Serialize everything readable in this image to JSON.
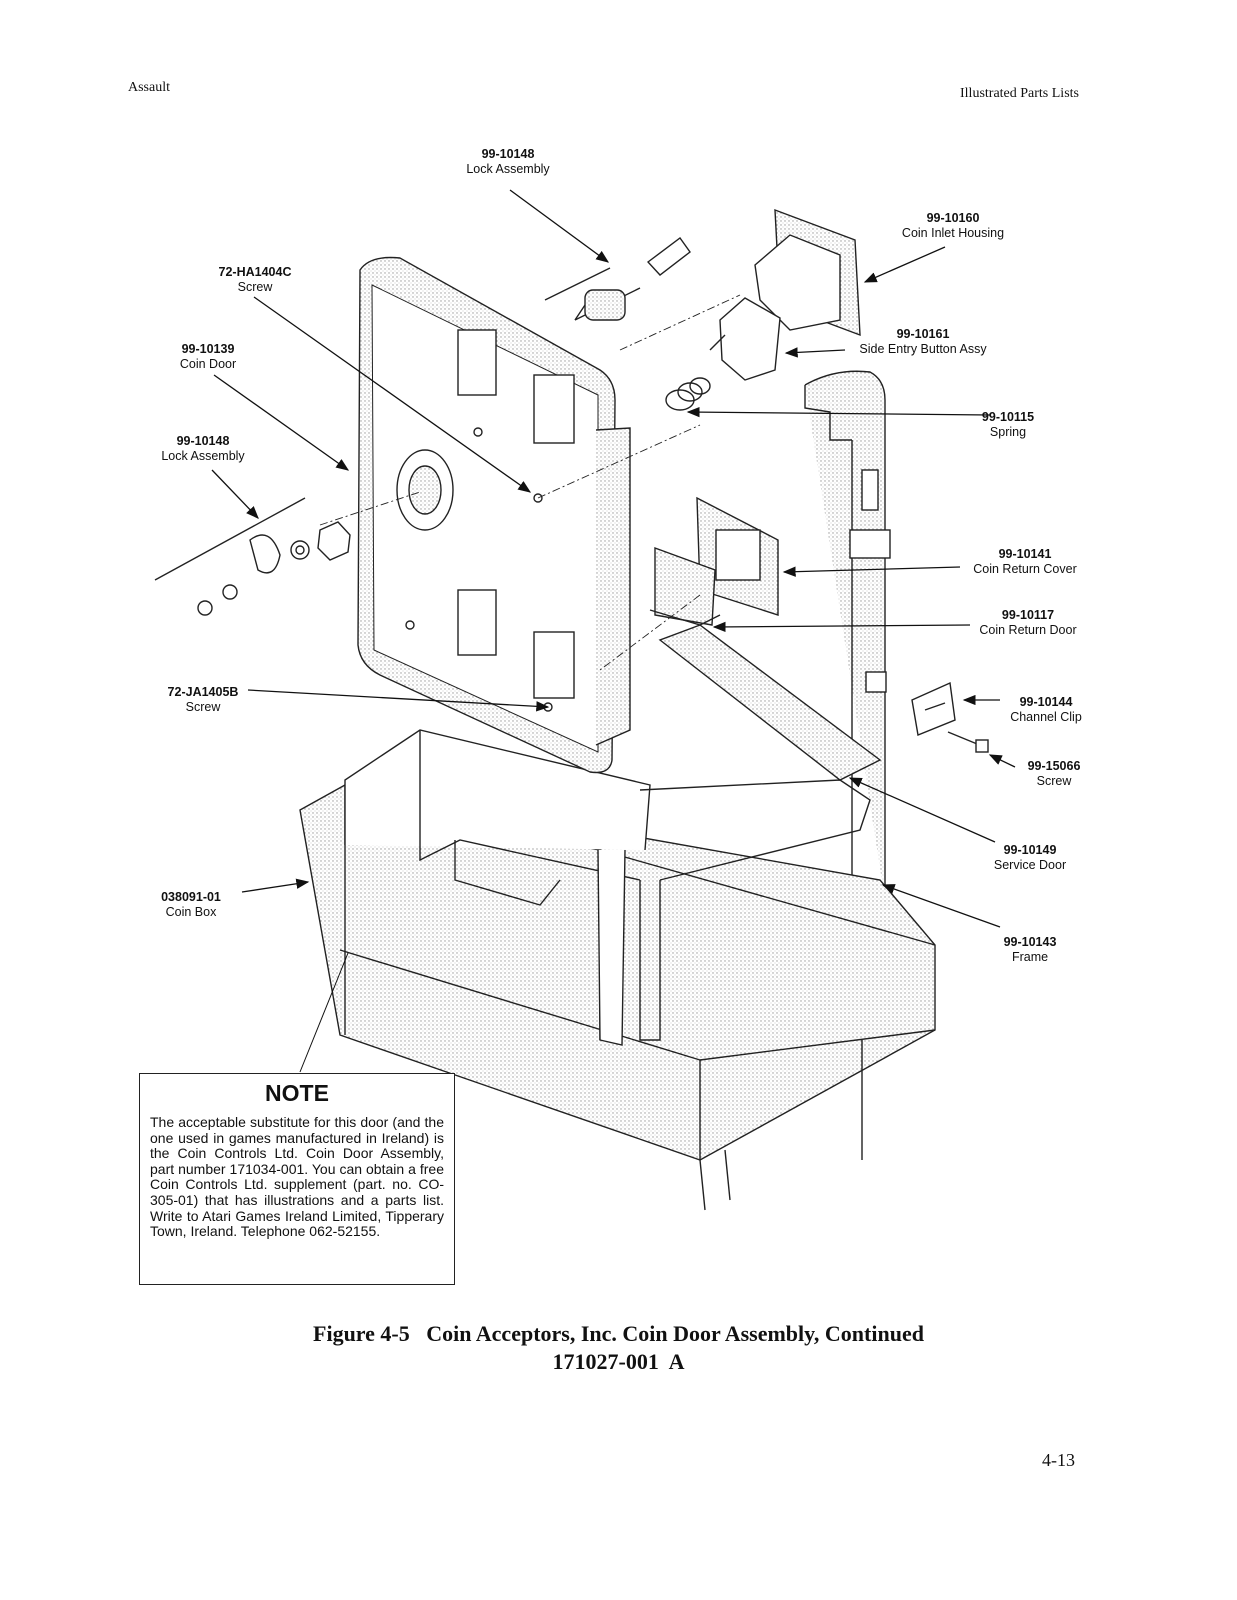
{
  "header": {
    "left": "Assault",
    "right": "Illustrated Parts Lists"
  },
  "callouts": [
    {
      "part": "99-10148",
      "desc": "Lock Assembly"
    },
    {
      "part": "99-10160",
      "desc": "Coin Inlet Housing"
    },
    {
      "part": "72-HA1404C",
      "desc": "Screw"
    },
    {
      "part": "99-10161",
      "desc": "Side Entry Button Assy"
    },
    {
      "part": "99-10139",
      "desc": "Coin Door"
    },
    {
      "part": "99-10115",
      "desc": "Spring"
    },
    {
      "part": "99-10148",
      "desc": "Lock Assembly"
    },
    {
      "part": "99-10141",
      "desc": "Coin Return Cover"
    },
    {
      "part": "99-10117",
      "desc": "Coin Return Door"
    },
    {
      "part": "72-JA1405B",
      "desc": "Screw"
    },
    {
      "part": "99-10144",
      "desc": "Channel Clip"
    },
    {
      "part": "99-15066",
      "desc": "Screw"
    },
    {
      "part": "99-10149",
      "desc": "Service Door"
    },
    {
      "part": "038091-01",
      "desc": "Coin Box"
    },
    {
      "part": "99-10143",
      "desc": "Frame"
    }
  ],
  "note": {
    "title": "NOTE",
    "body": "The acceptable substitute for this door (and the one used in games manufactured in Ireland) is the Coin Controls Ltd. Coin Door Assembly, part number 171034-001. You can obtain a free Coin Controls Ltd. supplement (part. no. CO-305-01) that has illustrations and a parts list. Write to Atari Games Ireland Limited, Tipperary Town, Ireland. Telephone 062-52155."
  },
  "caption": {
    "line1": "Figure 4-5   Coin Acceptors, Inc. Coin Door Assembly, Continued",
    "line2": "171027-001  A"
  },
  "page_number": "4-13"
}
